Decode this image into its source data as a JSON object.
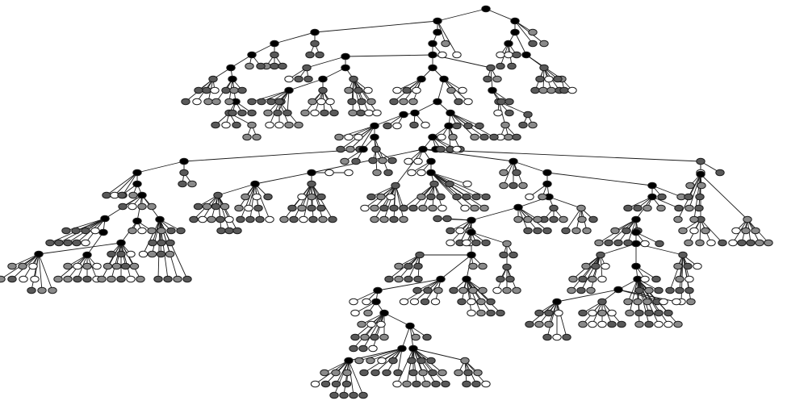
{
  "diagram": {
    "type": "tree",
    "orientation": "top-down",
    "node_shape": "ellipse",
    "edge_style": "straight",
    "node_fills": {
      "black": "#000000",
      "dark": "#595959",
      "gray": "#8a8a8a",
      "white": "#ffffff"
    },
    "edge_color": "#1a1a1a",
    "grid": false,
    "legend": false
  }
}
